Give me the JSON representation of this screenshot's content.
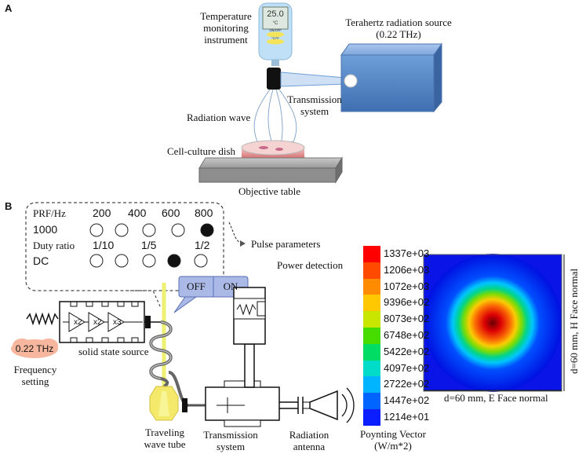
{
  "panel_a": {
    "letter": "A",
    "temperature_label": [
      "Temperature",
      "monitoring",
      "instrument"
    ],
    "thermo_display": "25.0",
    "thermo_unit": "°C",
    "thermo_btn1": "ON/OFF",
    "thermo_btn2": "°C/°F",
    "source_label": [
      "Terahertz radiation source",
      "(0.22 THz)"
    ],
    "transmission_label": [
      "Transmission",
      "system"
    ],
    "radiation_wave_label": "Radiation wave",
    "dish_label": "Cell-culture dish",
    "table_label": "Objective table"
  },
  "panel_b": {
    "letter": "B",
    "prf_label": "PRF/Hz",
    "prf_values": [
      "200",
      "400",
      "600",
      "800",
      "1000"
    ],
    "duty_label": "Duty ratio",
    "duty_values": [
      "1/10",
      "1/5",
      "1/2",
      "DC"
    ],
    "pulse_params_label": "Pulse parameters",
    "off_label": "OFF",
    "on_label": "ON",
    "freq_value": "0.22 THz",
    "freq_setting_label": [
      "Frequency",
      "setting"
    ],
    "solid_state_label": "solid state source",
    "multipliers": [
      "x2",
      "x2",
      "x3"
    ],
    "twt_label": [
      "Traveling",
      "wave tube"
    ],
    "transmission_label": [
      "Transmission",
      "system"
    ],
    "antenna_label": [
      "Radiation",
      "antenna"
    ],
    "power_detection_label": "Power detection",
    "poynting_label": [
      "Poynting Vector",
      "(W/m*2)"
    ],
    "e_face_label": "d=60 mm, E Face normal",
    "h_face_label": "d=60 mm, H Face normal"
  },
  "legend": {
    "values": [
      "1337e+03",
      "1206e+03",
      "1072e+03",
      "9396e+02",
      "8073e+02",
      "6748e+02",
      "5422e+02",
      "4097e+02",
      "2722e+02",
      "1447e+02",
      "1214e+01"
    ],
    "colors": [
      "#ff0000",
      "#ff4a00",
      "#ff8c00",
      "#ffc800",
      "#c8e600",
      "#46dc00",
      "#00dc64",
      "#00dcc8",
      "#00b4ff",
      "#0064ff",
      "#0a1eff"
    ]
  }
}
